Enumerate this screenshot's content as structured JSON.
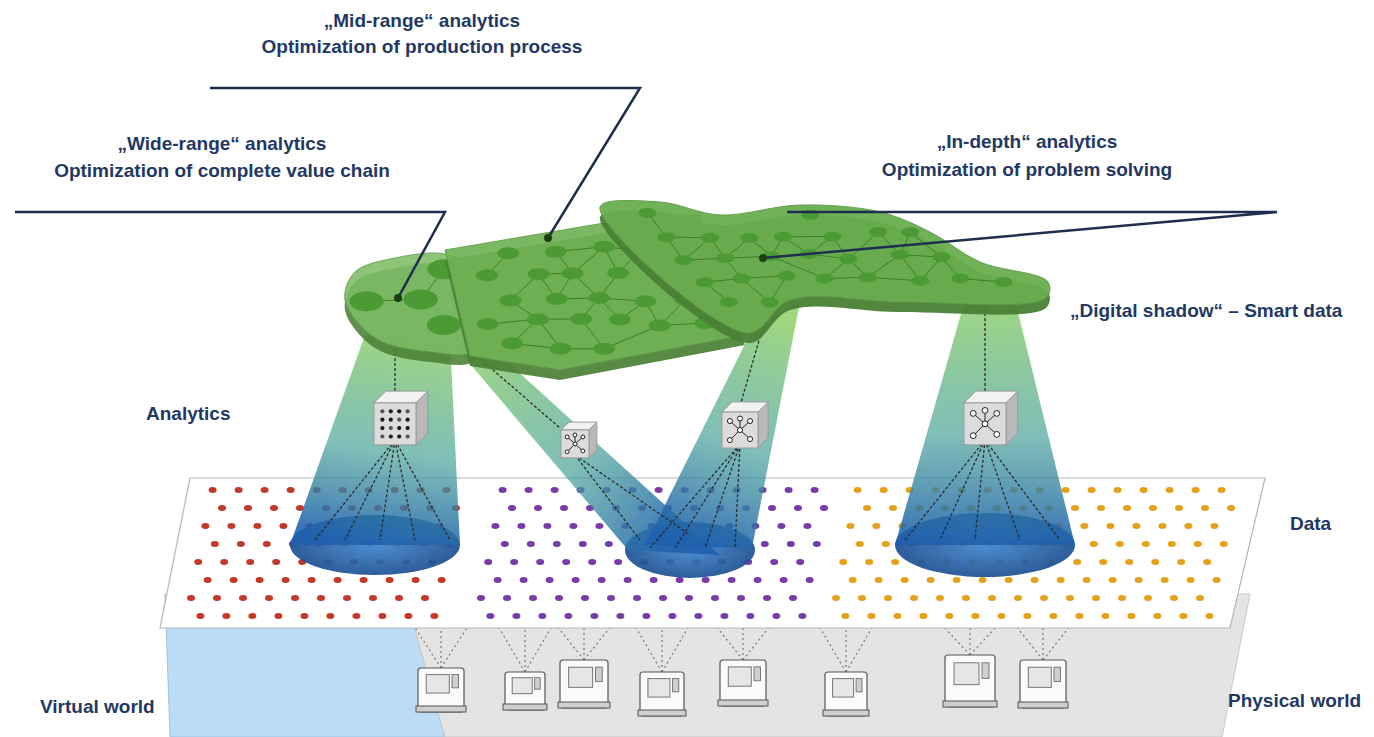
{
  "diagram": {
    "labels": [
      "„Mid-range“ analytics",
      "Optimization of production process",
      "„Wide-range“ analytics",
      "Optimization of complete value chain",
      "„In-depth“ analytics",
      "Optimization of problem solving",
      "„Digital shadow“ – Smart data",
      "Analytics",
      "Data",
      "Virtual world",
      "Physical world"
    ]
  }
}
